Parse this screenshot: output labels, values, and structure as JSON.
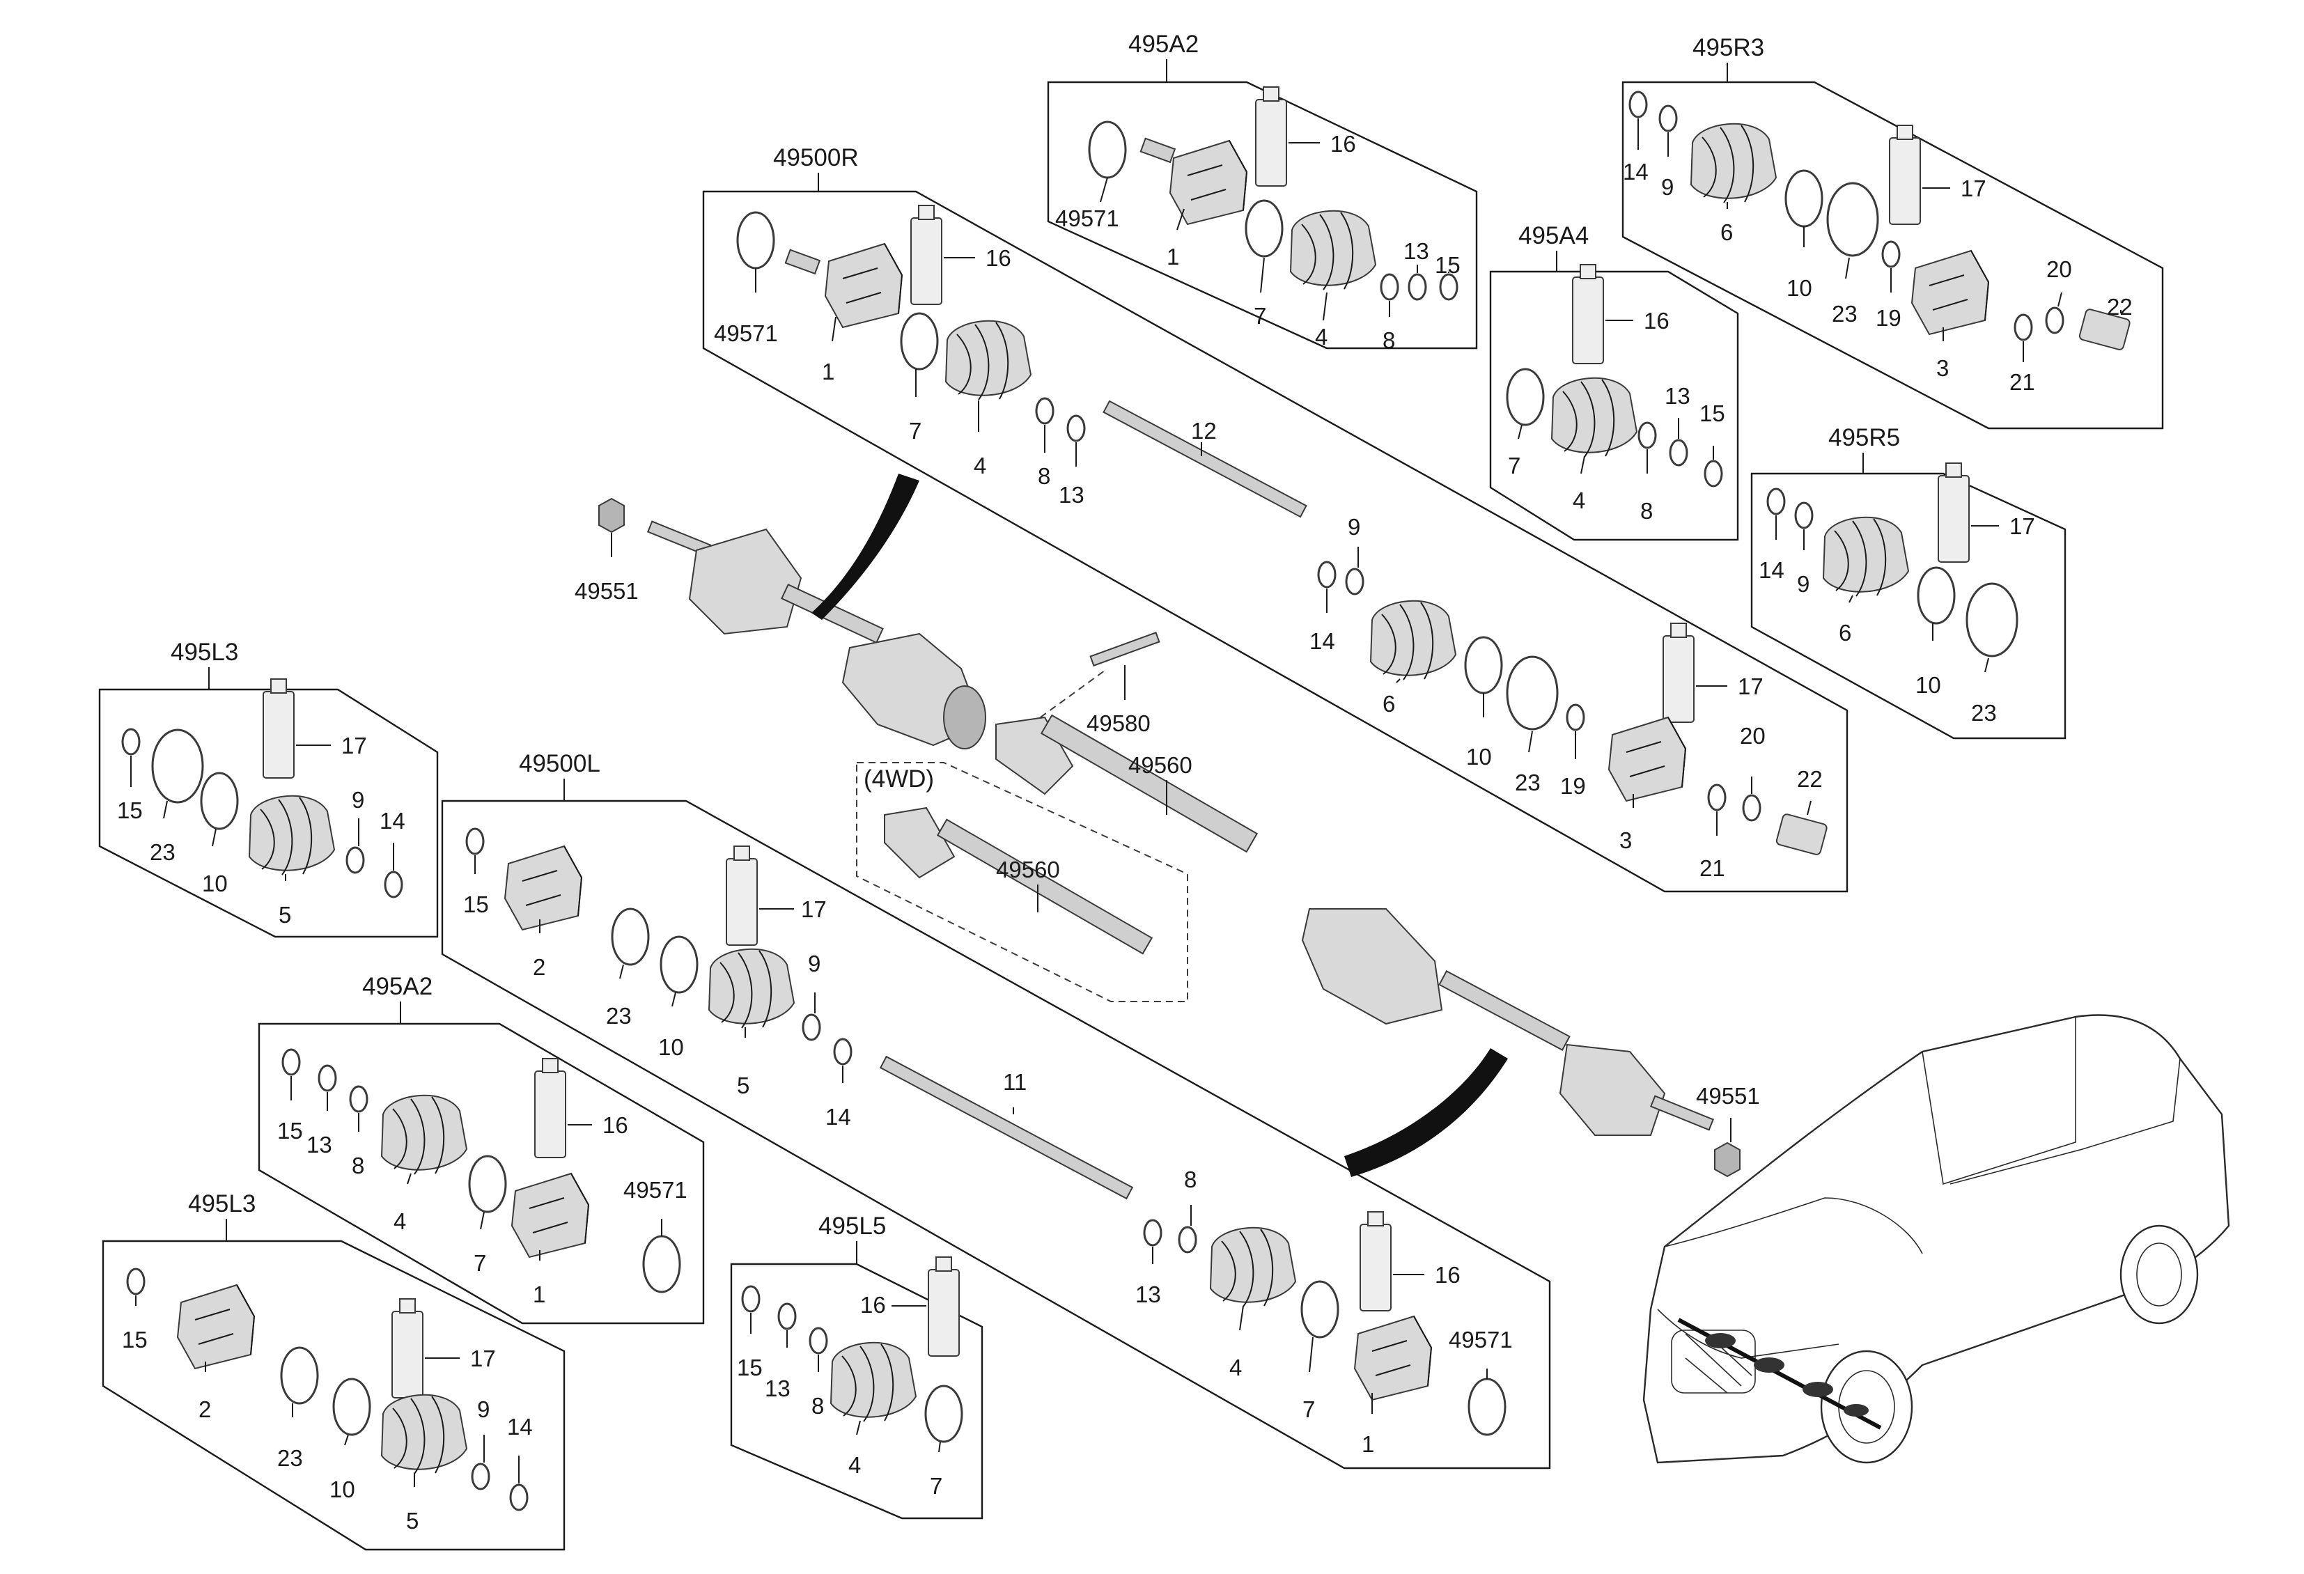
{
  "titles": {
    "kit_495A2_top": "495A2",
    "kit_495R3": "495R3",
    "kit_49500R": "49500R",
    "kit_495A4": "495A4",
    "kit_495R5": "495R5",
    "kit_495L3_mid": "495L3",
    "kit_49500L": "49500L",
    "kit_495A2_bottom": "495A2",
    "kit_495L3_bottom": "495L3",
    "kit_495L5": "495L5",
    "variant_4wd": "(4WD)"
  },
  "callouts": {
    "p1": "1",
    "p2": "2",
    "p3": "3",
    "p4": "4",
    "p5": "5",
    "p6": "6",
    "p7": "7",
    "p8": "8",
    "p9": "9",
    "p10": "10",
    "p11": "11",
    "p12": "12",
    "p13": "13",
    "p14": "14",
    "p15": "15",
    "p16": "16",
    "p17": "17",
    "p19": "19",
    "p20": "20",
    "p21": "21",
    "p22": "22",
    "p23": "23",
    "p49571": "49571",
    "p49551": "49551",
    "p49580": "49580",
    "p49560": "49560"
  },
  "icons": {
    "bottle": "grease-bottle-icon",
    "ring": "clamp-ring-icon",
    "boot": "cv-boot-icon",
    "joint": "cv-joint-icon",
    "nut": "hex-nut-icon",
    "car": "suv-vehicle-icon"
  },
  "colors": {
    "line": "#1a1a1a",
    "part_fill": "#d9d9d9",
    "part_dark": "#b5b5b5",
    "background": "#ffffff"
  }
}
